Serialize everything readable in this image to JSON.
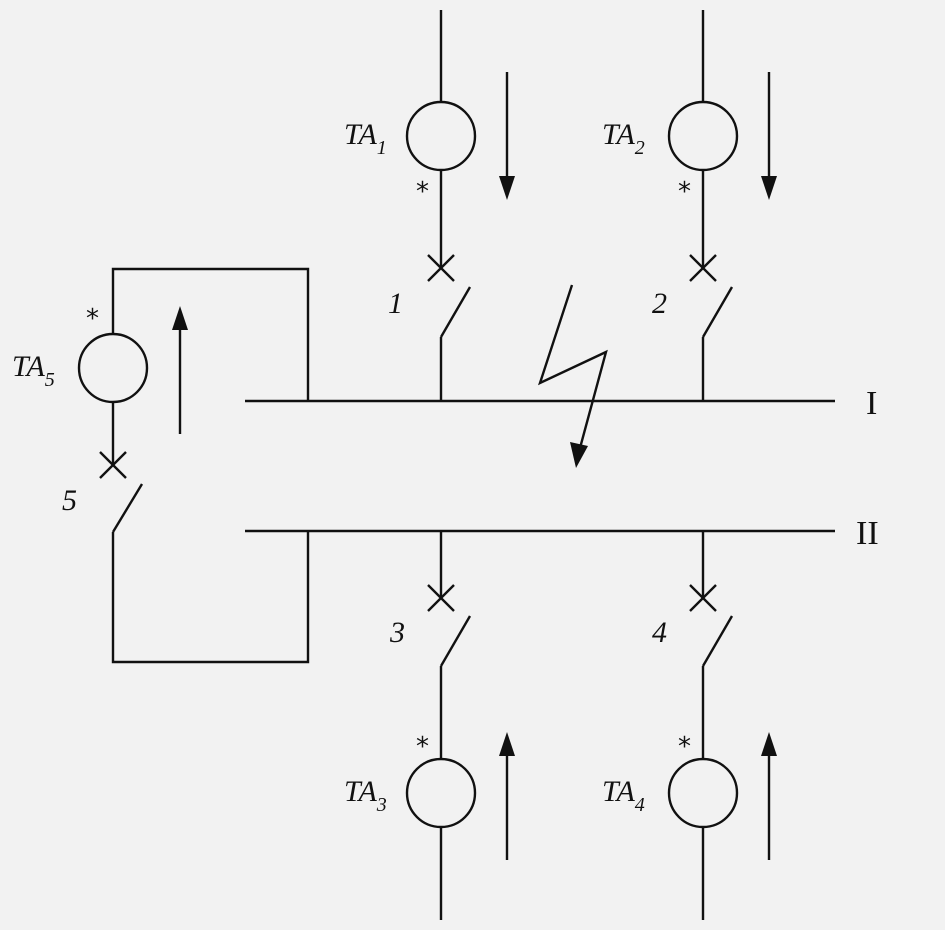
{
  "bus_labels": {
    "bus1": "I",
    "bus2": "II"
  },
  "ct_labels": {
    "ta1": {
      "base": "TA",
      "sub": "1"
    },
    "ta2": {
      "base": "TA",
      "sub": "2"
    },
    "ta3": {
      "base": "TA",
      "sub": "3"
    },
    "ta4": {
      "base": "TA",
      "sub": "4"
    },
    "ta5": {
      "base": "TA",
      "sub": "5"
    }
  },
  "polarity_mark": "*",
  "breaker_labels": {
    "b1": "1",
    "b2": "2",
    "b3": "3",
    "b4": "4",
    "b5": "5"
  },
  "colors": {
    "line": "#111111",
    "background": "#f2f2f2"
  }
}
